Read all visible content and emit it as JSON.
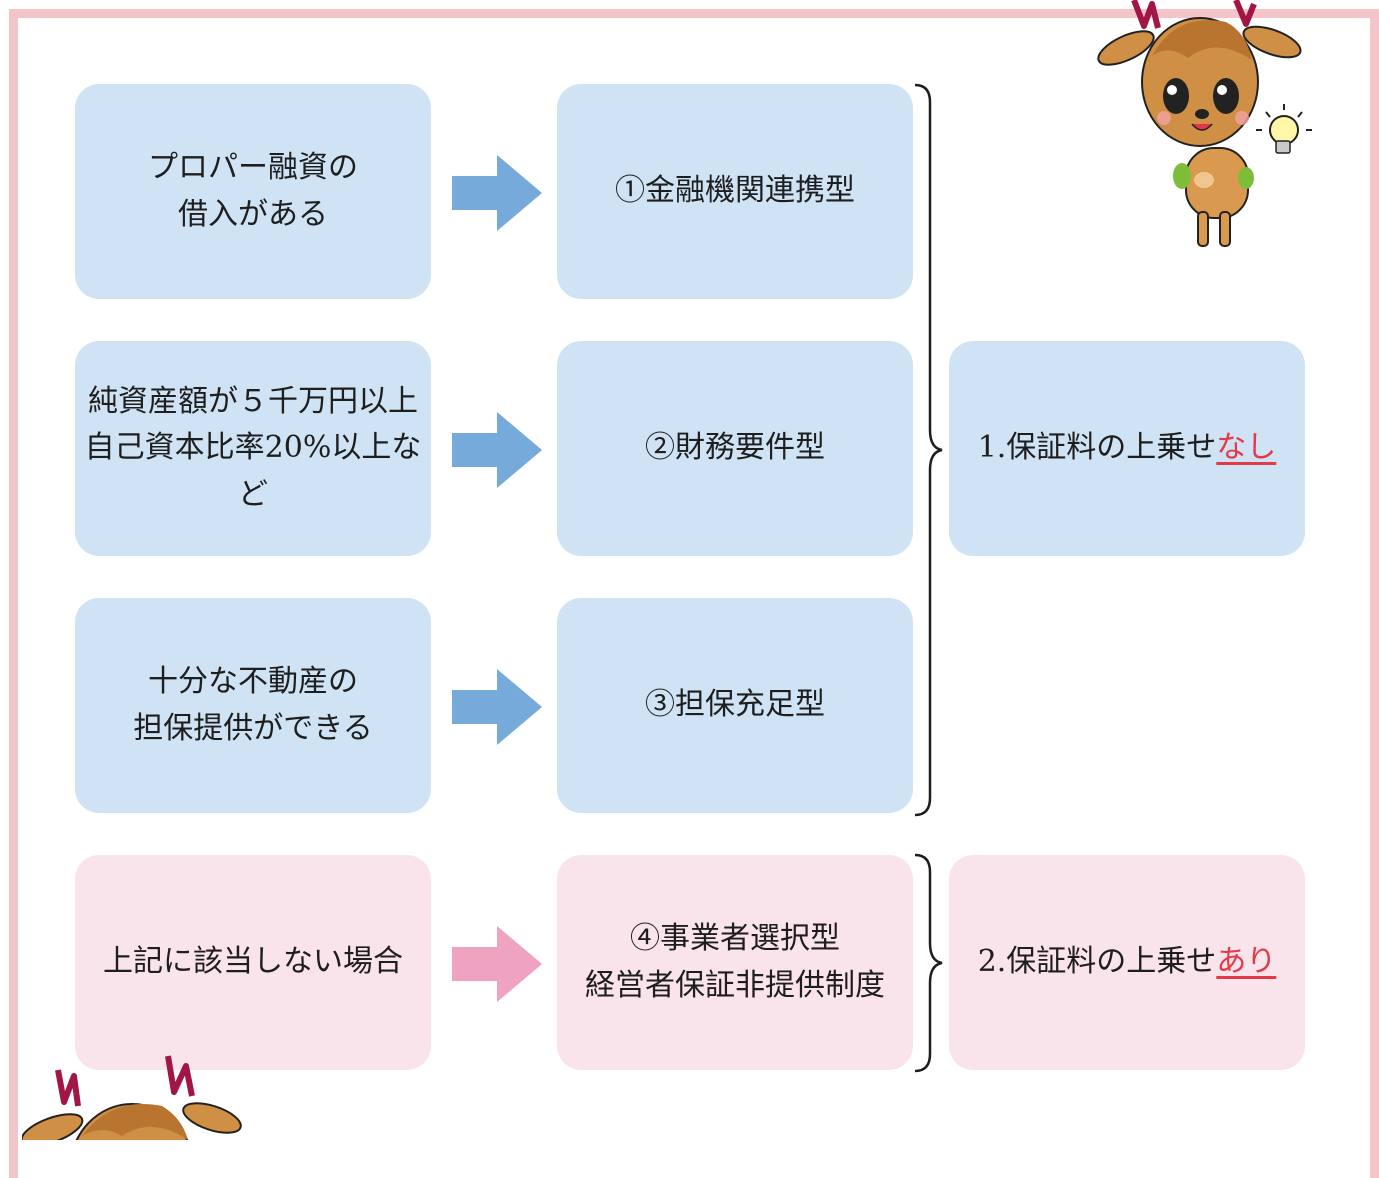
{
  "conditions": [
    "プロパー融資の\n借入がある",
    "純資産額が５千万円以上\n自己資本比率20%以上など",
    "十分な不動産の\n担保提供ができる",
    "上記に該当しない場合"
  ],
  "types": [
    "①金融機関連携型",
    "②財務要件型",
    "③担保充足型",
    "④事業者選択型\n経営者保証非提供制度"
  ],
  "results": [
    {
      "prefix": "1.保証料の上乗せ",
      "highlight": "なし"
    },
    {
      "prefix": "2.保証料の上乗せ",
      "highlight": "あり"
    }
  ],
  "colors": {
    "blue_box": "#cfe3f5",
    "pink_box": "#fae4ec",
    "blue_arrow": "#75aadb",
    "pink_arrow": "#f0a2c1",
    "frame": "#f5c4ca",
    "highlight_text": "#e23a48"
  }
}
